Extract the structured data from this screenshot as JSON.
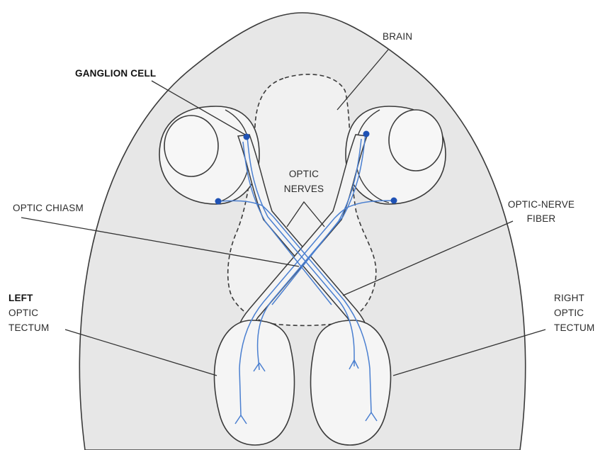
{
  "labels": {
    "ganglion_cell": "GANGLION CELL",
    "brain": "BRAIN",
    "optic_nerves_1": "OPTIC",
    "optic_nerves_2": "NERVES",
    "optic_chiasm": "OPTIC CHIASM",
    "optic_nerve_fiber_1": "OPTIC-NERVE",
    "optic_nerve_fiber_2": "FIBER",
    "left_tectum_1": "LEFT",
    "left_tectum_2": "OPTIC",
    "left_tectum_3": "TECTUM",
    "right_tectum_1": "RIGHT",
    "right_tectum_2": "OPTIC",
    "right_tectum_3": "TECTUM"
  },
  "colors": {
    "head_fill": "#e7e7e7",
    "organ_fill": "#f5f5f5",
    "outline": "#3a3a3a",
    "fiber": "#4a7fd0",
    "ganglion": "#1f52b5"
  }
}
